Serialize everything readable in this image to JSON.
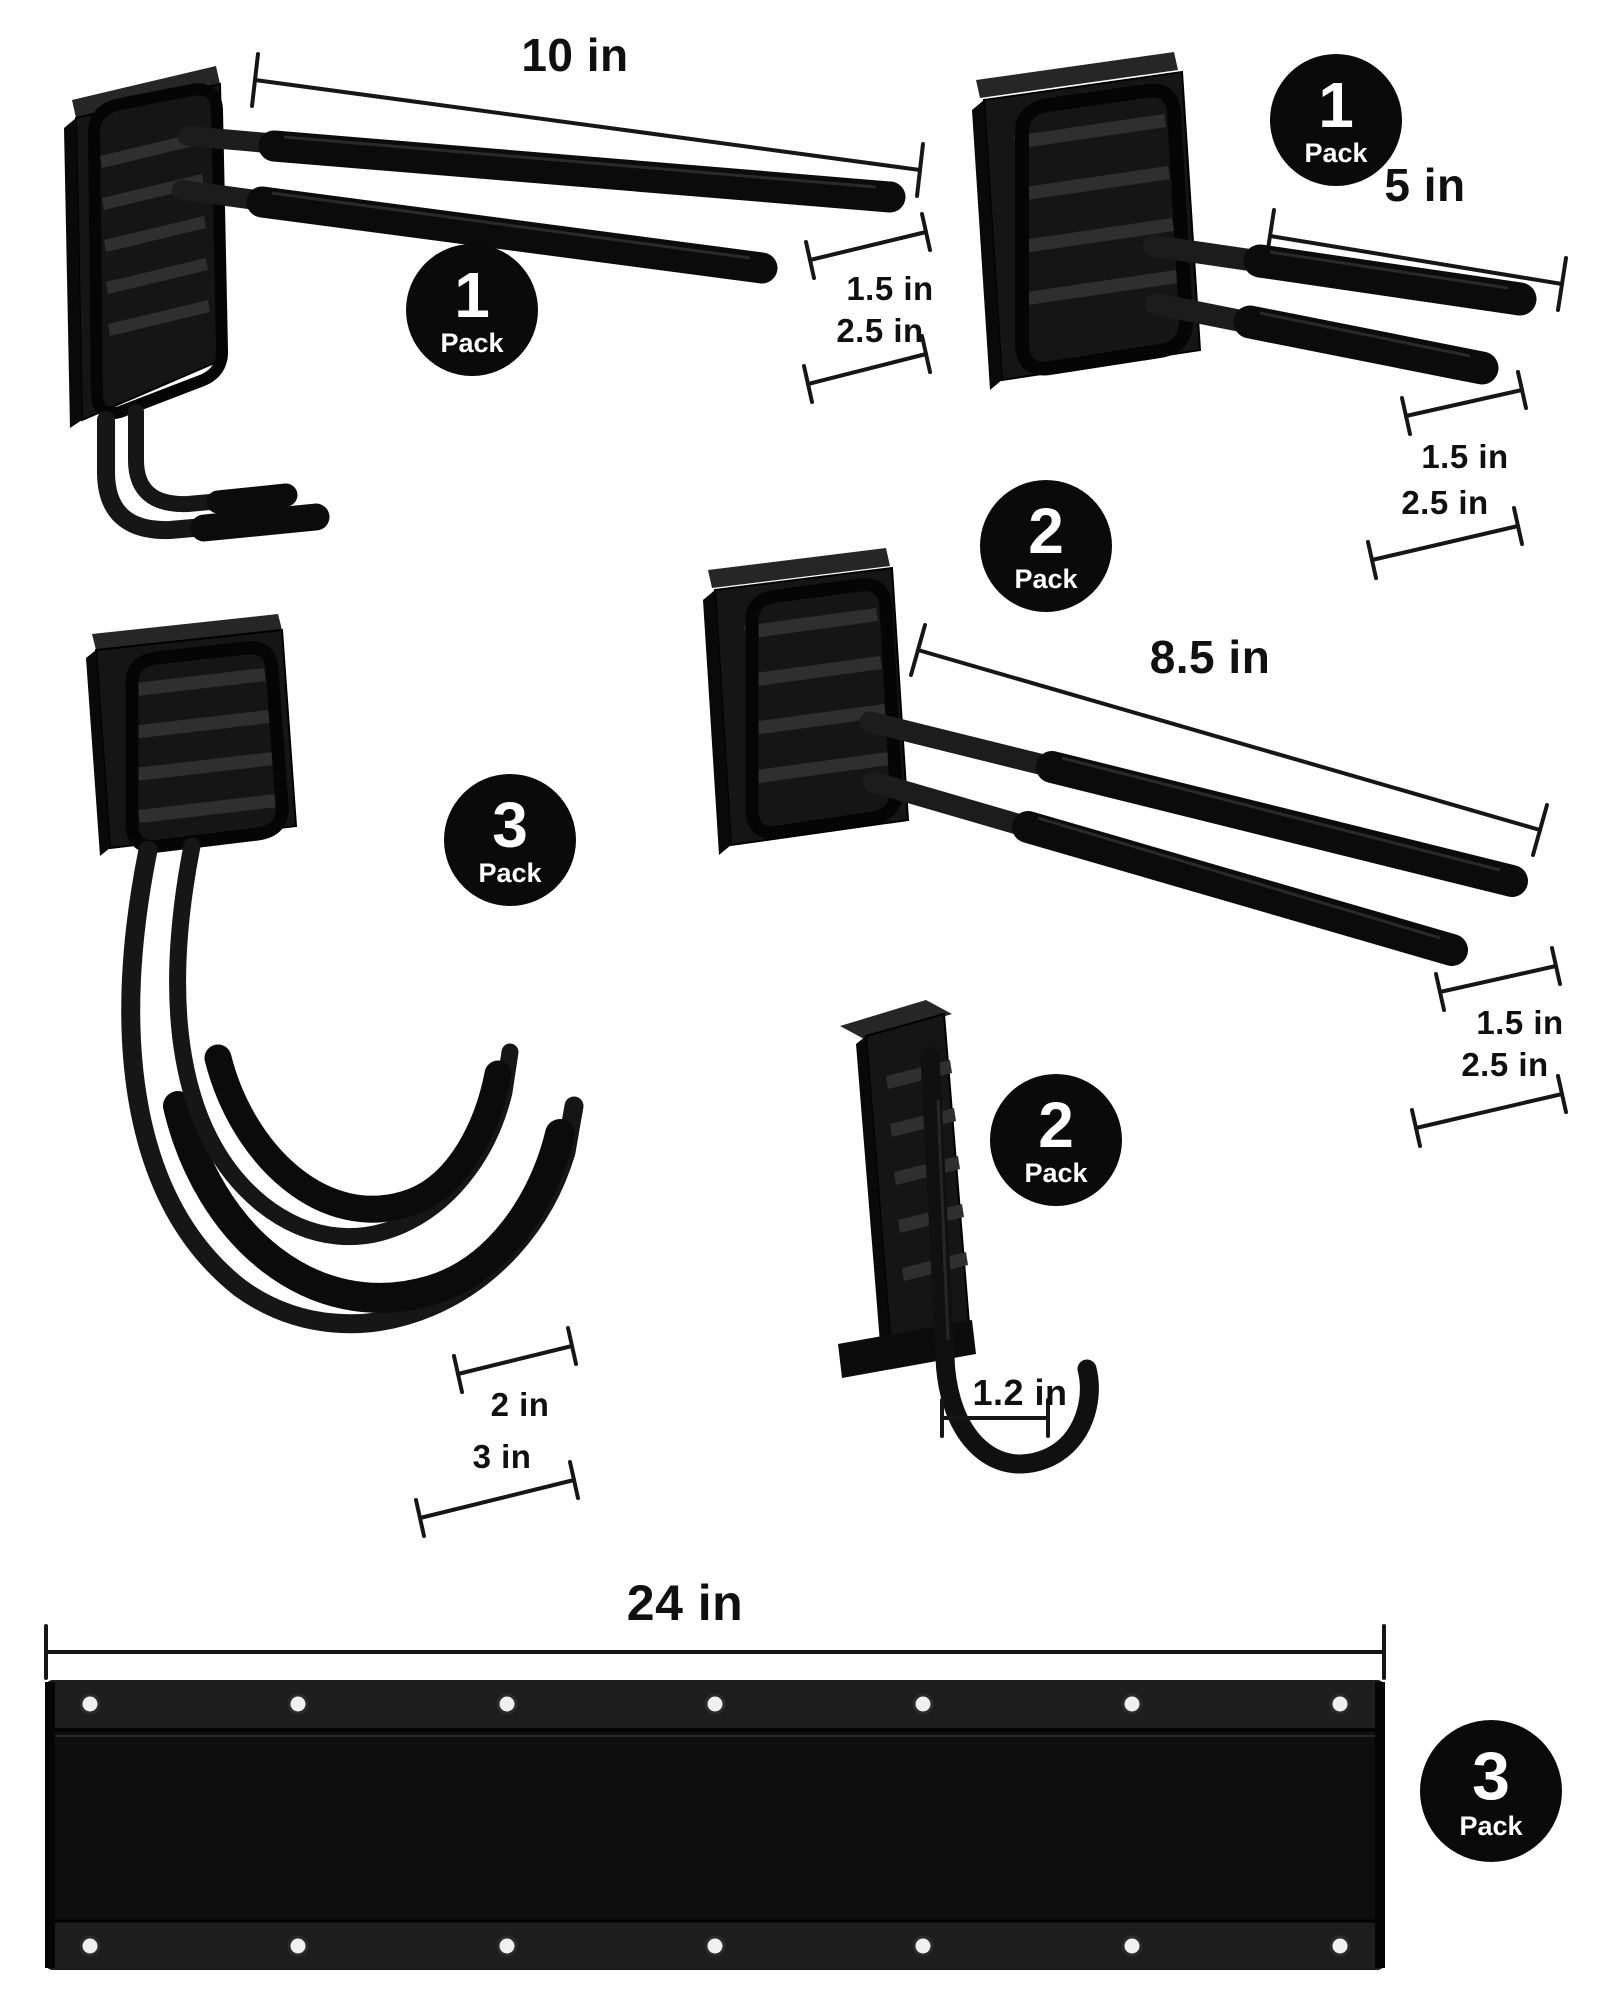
{
  "style": {
    "background": "#ffffff",
    "badge_background": "#0a0a0a",
    "badge_text_color": "#ffffff",
    "product_color": "#141414",
    "foam_grip_color": "#0b0b0b",
    "dimension_line_color": "#161616"
  },
  "products": [
    {
      "pack_count": "1",
      "pack_label": "Pack",
      "dimensions": {
        "length": "10 in",
        "tip_spacing": "1.5 in",
        "base_depth": "2.5 in"
      }
    },
    {
      "pack_count": "1",
      "pack_label": "Pack",
      "dimensions": {
        "length": "5 in",
        "tip_spacing": "1.5 in",
        "base_depth": "2.5 in"
      }
    },
    {
      "pack_count": "2",
      "pack_label": "Pack",
      "dimensions": {
        "length": "8.5 in",
        "tip_spacing": "1.5 in",
        "base_depth": "2.5 in"
      }
    },
    {
      "pack_count": "3",
      "pack_label": "Pack",
      "dimensions": {
        "tip_spacing": "2 in",
        "base_depth": "3 in"
      }
    },
    {
      "pack_count": "2",
      "pack_label": "Pack",
      "dimensions": {
        "opening_width": "1.2 in"
      }
    },
    {
      "pack_count": "3",
      "pack_label": "Pack",
      "dimensions": {
        "length": "24 in"
      }
    }
  ]
}
